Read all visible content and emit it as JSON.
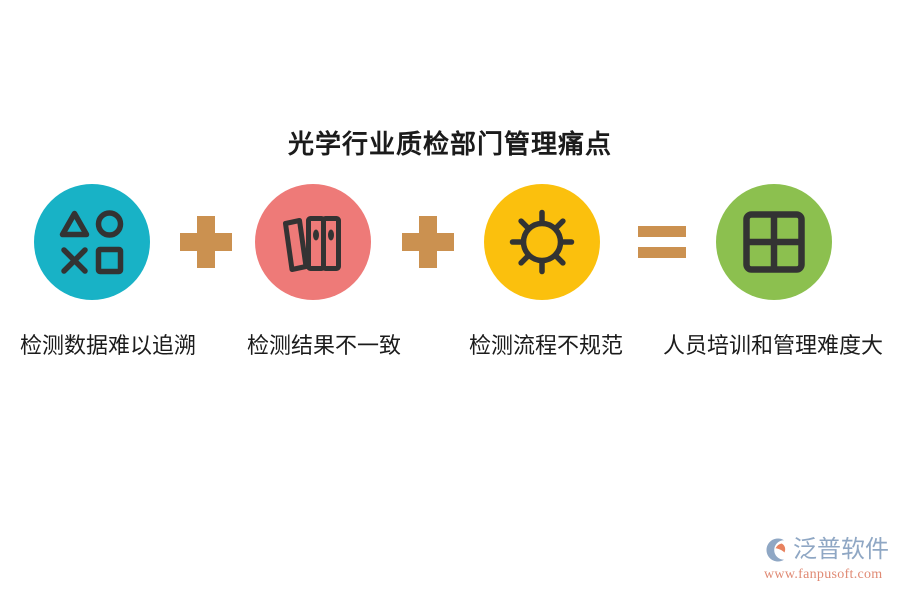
{
  "page": {
    "background_color": "#ffffff",
    "title": "光学行业质检部门管理痛点"
  },
  "palette": {
    "icon_stroke": "#333333",
    "operator": "#cb9150",
    "text": "#1b1b1b",
    "teal": "#18b2c6",
    "salmon": "#ee7a78",
    "amber": "#fbc00d",
    "green": "#8cc04f"
  },
  "nodes": [
    {
      "icon_name": "shapes-icon",
      "circle_color": "#18b2c6",
      "caption": "检测数据难以追溯"
    },
    {
      "icon_name": "binders-icon",
      "circle_color": "#ee7a78",
      "caption": "检测结果不一致"
    },
    {
      "icon_name": "gear-sun-icon",
      "circle_color": "#fbc00d",
      "caption": "检测流程不规范"
    },
    {
      "icon_name": "grid-window-icon",
      "circle_color": "#8cc04f",
      "caption": "人员培训和管理难度大"
    }
  ],
  "operators": [
    {
      "symbol": "plus",
      "label": "+"
    },
    {
      "symbol": "plus",
      "label": "+"
    },
    {
      "symbol": "equals",
      "label": "="
    }
  ],
  "watermark": {
    "brand": "泛普软件",
    "url": "www.fanpusoft.com",
    "mark_color": "#8fa7c4",
    "mark_accent_color": "#e8825f",
    "url_color": "#e08a74"
  }
}
